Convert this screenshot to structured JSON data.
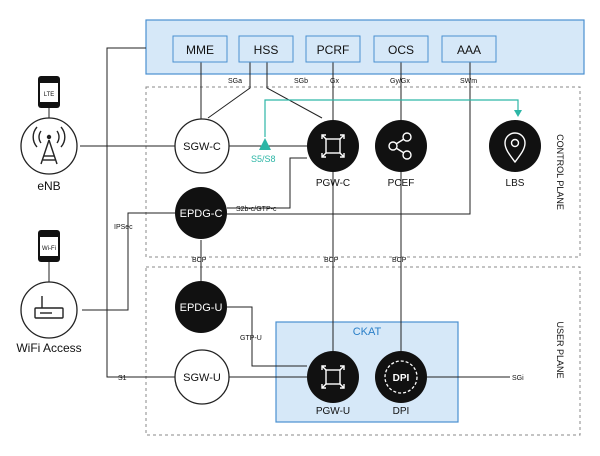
{
  "diagram": {
    "core_nodes": {
      "mme": "MME",
      "hss": "HSS",
      "pcrf": "PCRF",
      "ocs": "OCS",
      "aaa": "AAA"
    },
    "interfaces": {
      "sga": "SGa",
      "sgb": "SGb",
      "gx": "Gx",
      "gy_gx": "Gy/Gx",
      "swm": "SWm",
      "s5_s8": "S5/S8",
      "s2b": "S2b-c/GTP-c",
      "ipsec": "IPSec",
      "bcp_epdg": "BCP",
      "bcp_pgw": "BCP",
      "bcp_pcef": "BCP",
      "gtp_u": "GTP-U",
      "s1": "S1",
      "sgi": "SGi"
    },
    "nodes": {
      "enb": "eNB",
      "wifi_access": "WiFi Access",
      "sgw_c": "SGW-C",
      "pgw_c": "PGW-C",
      "pcef": "PCEF",
      "lbs": "LBS",
      "epdg_c": "EPDG-C",
      "epdg_u": "EPDG-U",
      "sgw_u": "SGW-U",
      "pgw_u": "PGW-U",
      "dpi": "DPI",
      "dpi_icon": "DPI"
    },
    "devices": {
      "lte": "LTE",
      "wifi": "Wi-Fi"
    },
    "planes": {
      "control": "CONTROL PLANE",
      "user": "USER PLANE",
      "ckat": "CKAT"
    },
    "colors": {
      "core_fill": "#d6e8f8",
      "core_border": "#4a90d0",
      "ckat_fill": "#d6e8f8",
      "s5_green": "#2db6a6"
    }
  }
}
